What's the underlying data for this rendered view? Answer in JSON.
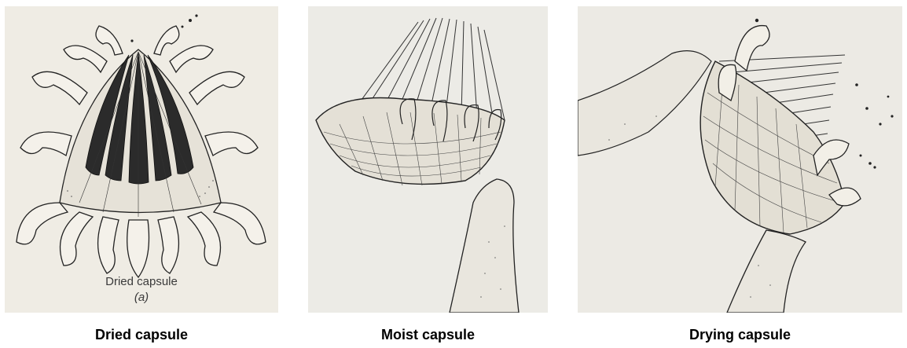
{
  "panels": [
    {
      "caption": "Dried capsule",
      "inner_caption": "Dried capsule",
      "inner_letter": "(a)"
    },
    {
      "caption": "Moist capsule"
    },
    {
      "caption": "Drying capsule"
    }
  ]
}
